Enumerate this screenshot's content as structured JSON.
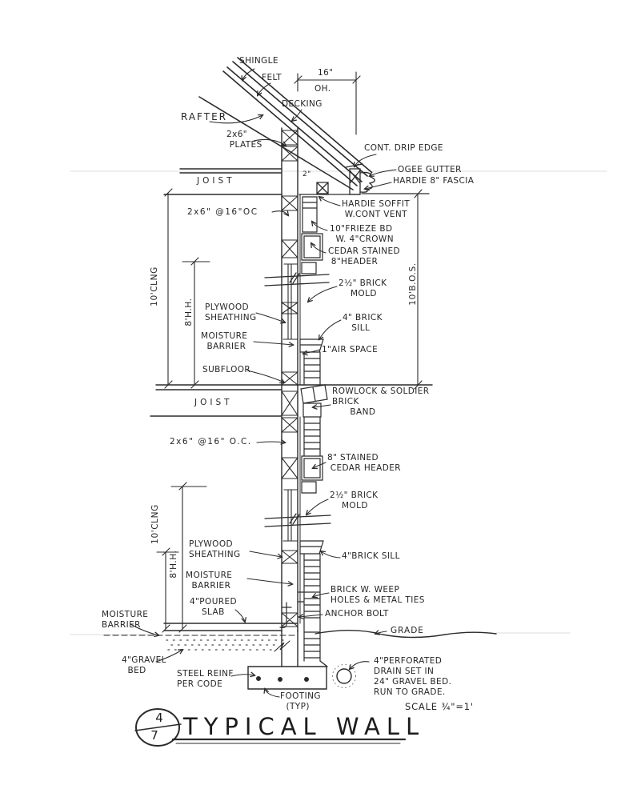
{
  "drawing": {
    "title": "TYPICAL WALL",
    "detail_number": "4",
    "sheet_number": "7",
    "scale_note": "SCALE ¾\"=1'"
  },
  "colors": {
    "ink": "#2b2b2b",
    "paper": "#ffffff",
    "faint": "#dcdcdc"
  },
  "labels": {
    "shingle": "SHINGLE",
    "felt": "FELT",
    "overhang_value": "16\"",
    "overhang_suffix": "OH.",
    "decking": "DECKING",
    "rafter": "RAFTER",
    "plates": "2x6\"\n PLATES",
    "cont_drip_edge": "CONT. DRIP EDGE",
    "ogee_gutter": "OGEE GUTTER",
    "hardie_fascia": "HARDIE 8\" FASCIA",
    "joist_upper": "JOIST",
    "vent_gap": "2\"",
    "studs_upper": "2x6\" @16\"OC",
    "hardie_soffit": "HARDIE SOFFIT\n W.CONT VENT",
    "frieze_board": "10\"FRIEZE BD\n  W. 4\"CROWN",
    "cedar_header_upper": "CEDAR STAINED\n 8\"HEADER",
    "brick_mold_upper": "2½\" BRICK\n    MOLD",
    "brick_sill_upper": "4\" BRICK\n   SILL",
    "air_space": "1\"AIR SPACE",
    "dim_bos": "10'B.O.S.",
    "dim_clng_upper": "10'CLNG",
    "dim_hh_upper": "8'H.H.",
    "plywood_upper": "PLYWOOD\nSHEATHING",
    "moisture_upper": "MOISTURE\n  BARRIER",
    "subfloor": "SUBFLOOR",
    "joist_lower": "JOIST",
    "rowlock_band": "ROWLOCK & SOLDIER\nBRICK\n      BAND",
    "studs_lower": "2x6\" @16\" O.C.",
    "cedar_header_lower": "8\" STAINED\n CEDAR HEADER",
    "brick_mold_lower": "2½\" BRICK\n    MOLD",
    "dim_clng_lower": "10'CLNG",
    "dim_hh_lower": "8'H.H.",
    "plywood_lower": "PLYWOOD\nSHEATHING",
    "brick_sill_lower": "4\"BRICK SILL",
    "moisture_lower": "MOISTURE\n  BARRIER",
    "poured_slab": "4\"POURED\n    SLAB",
    "moisture_left": "MOISTURE\nBARRIER",
    "brick_weep": "BRICK W. WEEP\nHOLES & METAL TIES",
    "anchor_bolt": "ANCHOR BOLT",
    "grade": "GRADE",
    "gravel_bed": "4\"GRAVEL\n  BED",
    "steel_reinf": "STEEL REINF\nPER CODE",
    "footing": "FOOTING\n  (TYP)",
    "drain": "4\"PERFORATED\nDRAIN SET IN\n24\" GRAVEL BED.\nRUN TO GRADE."
  }
}
